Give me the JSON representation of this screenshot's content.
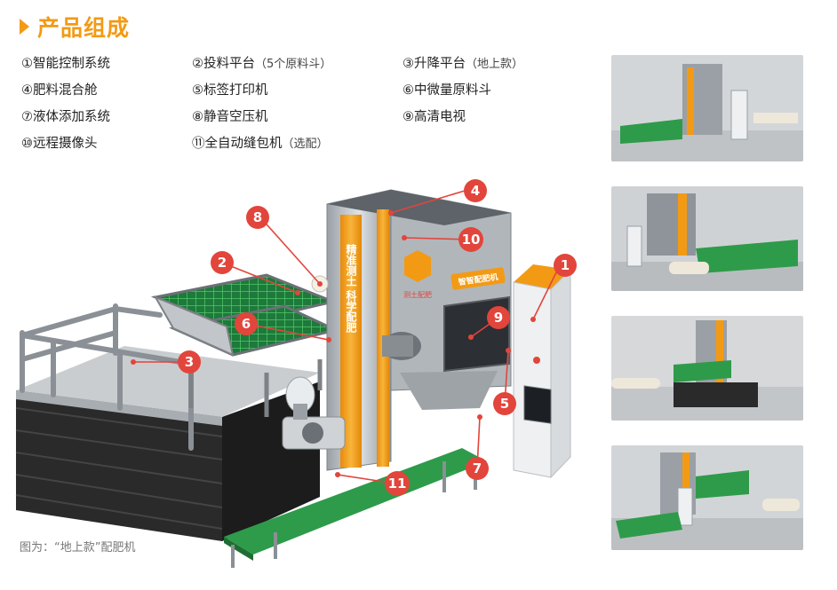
{
  "section": {
    "title": "产品组成"
  },
  "components": [
    {
      "label": "①智能控制系统",
      "note": ""
    },
    {
      "label": "②投料平台",
      "note": "（5个原料斗）"
    },
    {
      "label": "③升降平台",
      "note": "（地上款）"
    },
    {
      "label": "④肥料混合舱",
      "note": ""
    },
    {
      "label": "⑤标签打印机",
      "note": ""
    },
    {
      "label": "⑥中微量原料斗",
      "note": ""
    },
    {
      "label": "⑦液体添加系统",
      "note": ""
    },
    {
      "label": "⑧静音空压机",
      "note": ""
    },
    {
      "label": "⑨高清电视",
      "note": ""
    },
    {
      "label": "⑩远程摄像头",
      "note": ""
    },
    {
      "label": "⑪全自动缝包机",
      "note": "（选配）"
    }
  ],
  "machine": {
    "pillar_text": "精准测土  科学配肥",
    "panel_text": "智智配肥机",
    "logo_text": "测土配肥"
  },
  "callouts": [
    "1",
    "2",
    "3",
    "4",
    "5",
    "6",
    "7",
    "8",
    "9",
    "10",
    "11"
  ],
  "caption": "图为：“地上款”配肥机",
  "colors": {
    "accent": "#f39a14",
    "badge": "#e2453b",
    "belt": "#2e9b4a",
    "steel": "#b9bec3"
  }
}
